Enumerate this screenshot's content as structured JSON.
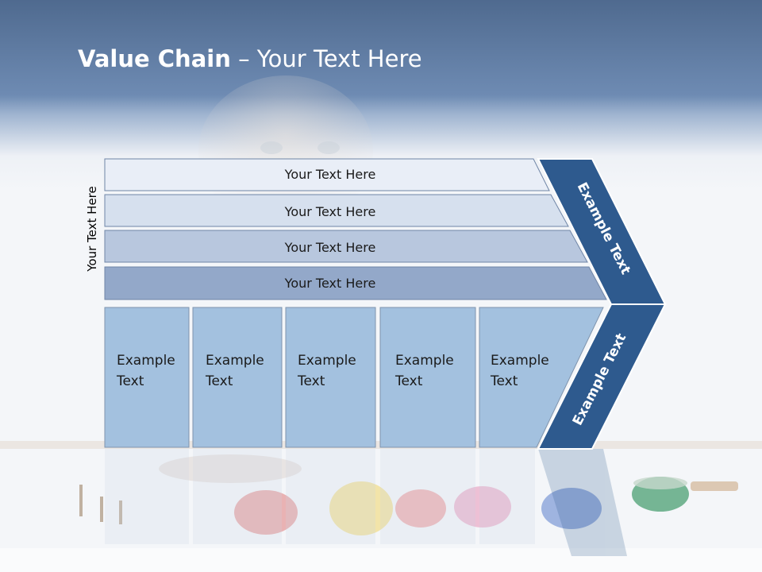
{
  "title": {
    "bold": "Value Chain",
    "rest": " – Your Text Here"
  },
  "side_label": "Your Text Here",
  "rows": [
    {
      "label": "Your Text Here",
      "fill": "#e9eef7"
    },
    {
      "label": "Your Text Here",
      "fill": "#d6e0ee"
    },
    {
      "label": "Your Text Here",
      "fill": "#b8c7de"
    },
    {
      "label": "Your Text Here",
      "fill": "#93a8c9"
    }
  ],
  "cells": [
    {
      "line1": "Example",
      "line2": "Text"
    },
    {
      "line1": "Example",
      "line2": "Text"
    },
    {
      "line1": "Example",
      "line2": "Text"
    },
    {
      "line1": "Example",
      "line2": "Text"
    },
    {
      "line1": "Example",
      "line2": "Text"
    }
  ],
  "chevron": {
    "upper_label": "Example Text",
    "lower_label": "Example Text",
    "color": "#2e5a8e"
  },
  "colors": {
    "cell_fill": "#a3c1df",
    "cell_stroke": "#7f94ad",
    "row_stroke": "#6f85a6"
  }
}
